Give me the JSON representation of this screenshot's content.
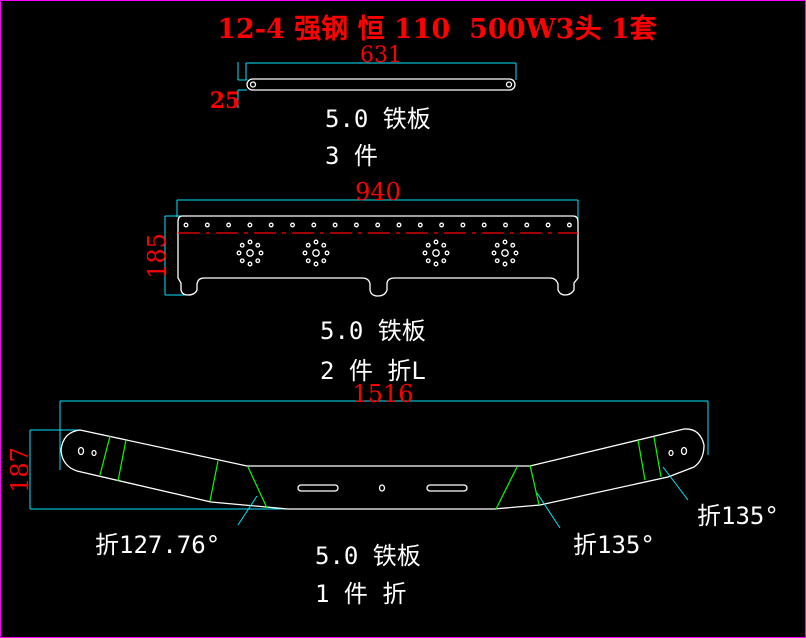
{
  "title": "12-4 强钢 恒 110  500W3头 1套",
  "colors": {
    "background": "#000000",
    "text_red": "#ff0000",
    "dimension": "#00e5ff",
    "bend_line": "#00ff00",
    "border": "#ff00ff",
    "outline": "#ffffff"
  },
  "part1": {
    "length_dim": "631",
    "height_dim": "25",
    "material": "5.0 铁板",
    "quantity": "3 件"
  },
  "part2": {
    "length_dim": "940",
    "height_dim": "185",
    "material": "5.0 铁板",
    "quantity": "2 件 折L"
  },
  "part3": {
    "length_dim": "1516",
    "height_dim": "187",
    "material": "5.0 铁板",
    "quantity": "1 件 折",
    "bend_labels": [
      "折127.76°",
      "折135°",
      "折135°"
    ]
  }
}
